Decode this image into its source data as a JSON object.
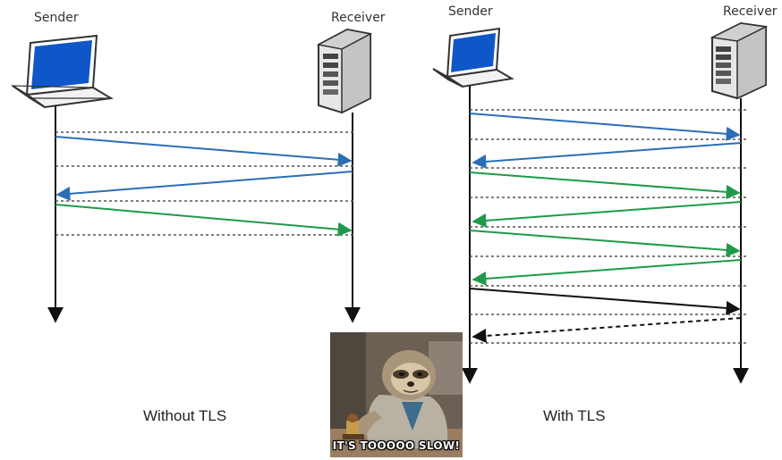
{
  "left": {
    "sender_label": "Sender",
    "receiver_label": "Receiver",
    "caption": "Without TLS"
  },
  "right": {
    "sender_label": "Sender",
    "receiver_label": "Receiver",
    "caption": "With TLS"
  },
  "meme": {
    "caption": "IT'S TOOOOO SLOW!"
  },
  "colors": {
    "blue": "#2a6fb5",
    "green": "#1f9a4a",
    "black": "#111111",
    "dotted": "#555555",
    "screen": "#0f57c8"
  }
}
